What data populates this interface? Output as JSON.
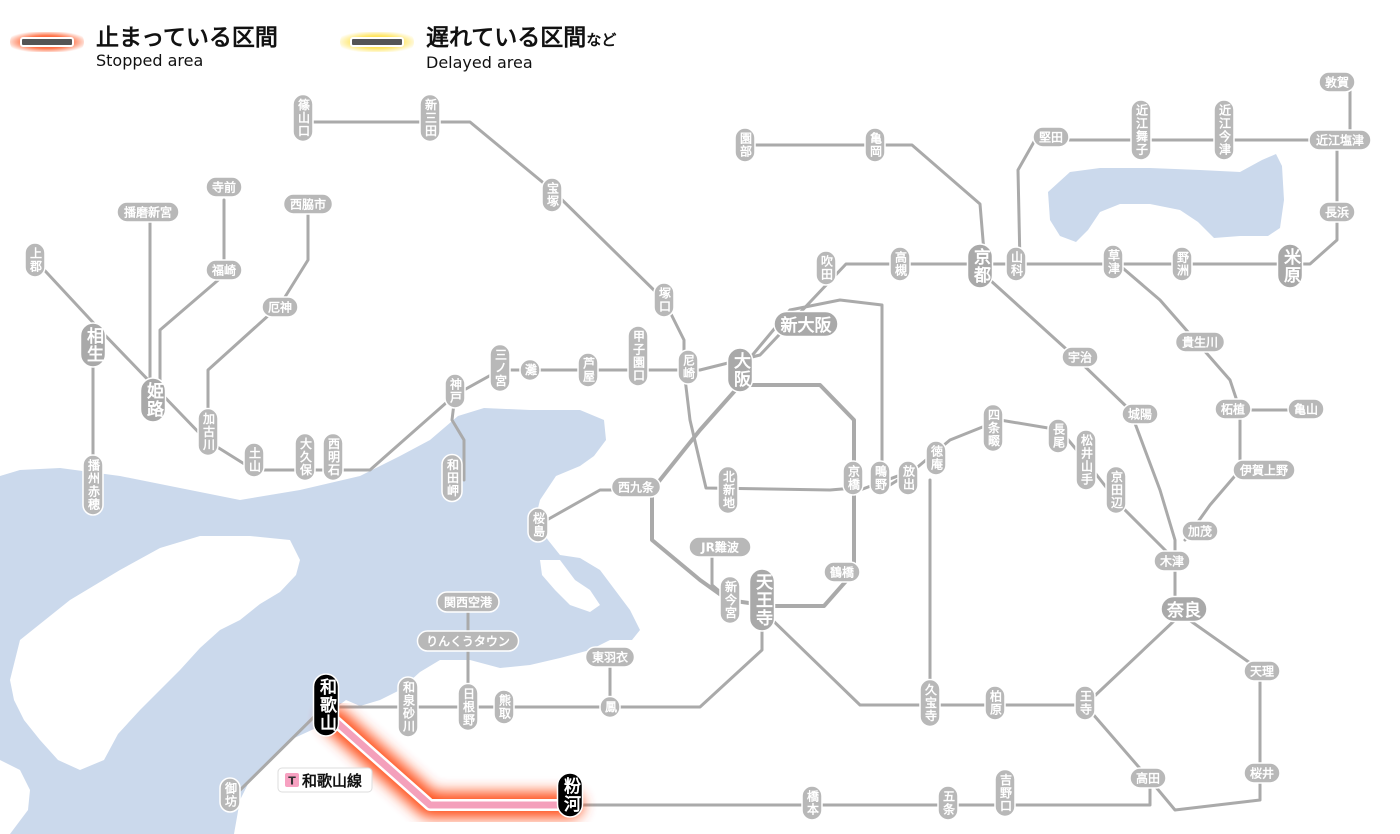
{
  "legend": {
    "stopped": {
      "label": "止まっている区間",
      "sub": "Stopped area"
    },
    "delayed": {
      "label": "遅れている区間",
      "suffix": "など",
      "sub": "Delayed area"
    }
  },
  "line_label": {
    "badge": "T",
    "name": "和歌山線"
  },
  "colors": {
    "water": "#cbd9ec",
    "track": "#aaaaaa",
    "station": "#b8b8b8",
    "stopped_glow": "#ff3a00",
    "stopped_line": "#f4a0bb",
    "highlight_station": "#000000"
  },
  "stations": {
    "sasayamaguchi": "篠山口",
    "shinsanda": "新三田",
    "takarazuka": "宝塚",
    "tsukaguchi": "塚口",
    "kamigori": "上郡",
    "aioi": "相生",
    "banshuako": "播州赤穂",
    "harimashingu": "播磨新宮",
    "teramae": "寺前",
    "fukusaki": "福崎",
    "nishiwakishi": "西脇市",
    "yakujin": "厄神",
    "himeji": "姫路",
    "kakogawa": "加古川",
    "dobuzan": "土山",
    "okubo": "大久保",
    "nishiakashi": "西明石",
    "kobe": "神戸",
    "wadamisaki": "和田岬",
    "sannomiya": "三ノ宮",
    "nada": "灘",
    "ashiya": "芦屋",
    "koshienguchi": "甲子園口",
    "amagasaki": "尼崎",
    "osaka": "大阪",
    "shinosaka": "新大阪",
    "suita": "吹田",
    "takatsuki": "高槻",
    "sonobe": "園部",
    "kameoka": "亀岡",
    "kyoto": "京都",
    "yamashina": "山科",
    "katata": "堅田",
    "omimaiko": "近江舞子",
    "omiimazu": "近江今津",
    "tsuruga": "敦賀",
    "omishiotsu": "近江塩津",
    "nagahama": "長浜",
    "maibara": "米原",
    "kusatsu": "草津",
    "yasu": "野洲",
    "kibukawa": "貴生川",
    "tsuge": "柘植",
    "kameyama": "亀山",
    "igaueno": "伊賀上野",
    "kamo": "加茂",
    "kizu": "木津",
    "nara": "奈良",
    "uji": "宇治",
    "joyo": "城陽",
    "kyotanabe": "京田辺",
    "matsuiyamate": "松井山手",
    "nagao": "長尾",
    "shijonawate": "四条畷",
    "tokuan": "徳庵",
    "hanaten": "放出",
    "shigino": "鴫野",
    "kyobashi": "京橋",
    "kitashinchi": "北新地",
    "nishikujo": "西九条",
    "sakurajima": "桜島",
    "jrnamba": "JR難波",
    "shinimamiya": "新今宮",
    "tennoji": "天王寺",
    "tsuruhashi": "鶴橋",
    "kyuhoji": "久宝寺",
    "kashiwara": "柏原",
    "oji": "王寺",
    "tenri": "天理",
    "sakurai": "桜井",
    "takada": "高田",
    "gojo": "五条",
    "yoshinoguchi": "吉野口",
    "hashimoto": "橋本",
    "kokawa": "粉河",
    "wakayama": "和歌山",
    "gobo": "御坊",
    "kansaiairport": "関西空港",
    "rinkutown": "りんくうタウン",
    "hineno": "日根野",
    "kumatori": "熊取",
    "izumisunagawa": "和泉砂川",
    "higashihagoromo": "東羽衣",
    "otori": "鳳"
  }
}
